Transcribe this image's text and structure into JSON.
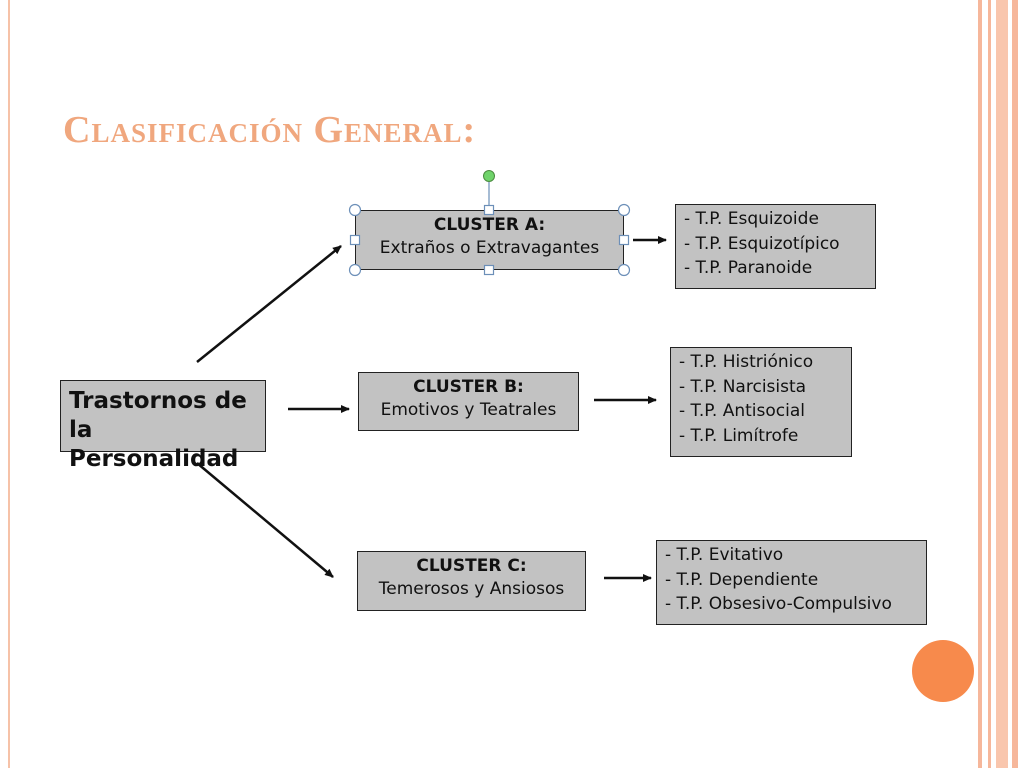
{
  "slide": {
    "title": "Clasificación General:",
    "accent_color": "#f0a77e",
    "dot_color": "#f78a4c"
  },
  "diagram": {
    "root": {
      "line1": "Trastornos de",
      "line2": "la Personalidad"
    },
    "clusters": [
      {
        "head": "CLUSTER A:",
        "sub": "Extraños o Extravagantes",
        "selected": true,
        "items": [
          "- T.P. Esquizoide",
          "- T.P. Esquizotípico",
          "- T.P. Paranoide"
        ]
      },
      {
        "head": "CLUSTER B:",
        "sub": "Emotivos y Teatrales",
        "selected": false,
        "items": [
          "- T.P. Histriónico",
          "- T.P. Narcisista",
          "- T.P. Antisocial",
          "- T.P. Limítrofe"
        ]
      },
      {
        "head": "CLUSTER C:",
        "sub": "Temerosos y Ansiosos",
        "selected": false,
        "items": [
          "- T.P. Evitativo",
          "- T.P. Dependiente",
          "- T.P. Obsesivo-Compulsivo"
        ]
      }
    ]
  }
}
